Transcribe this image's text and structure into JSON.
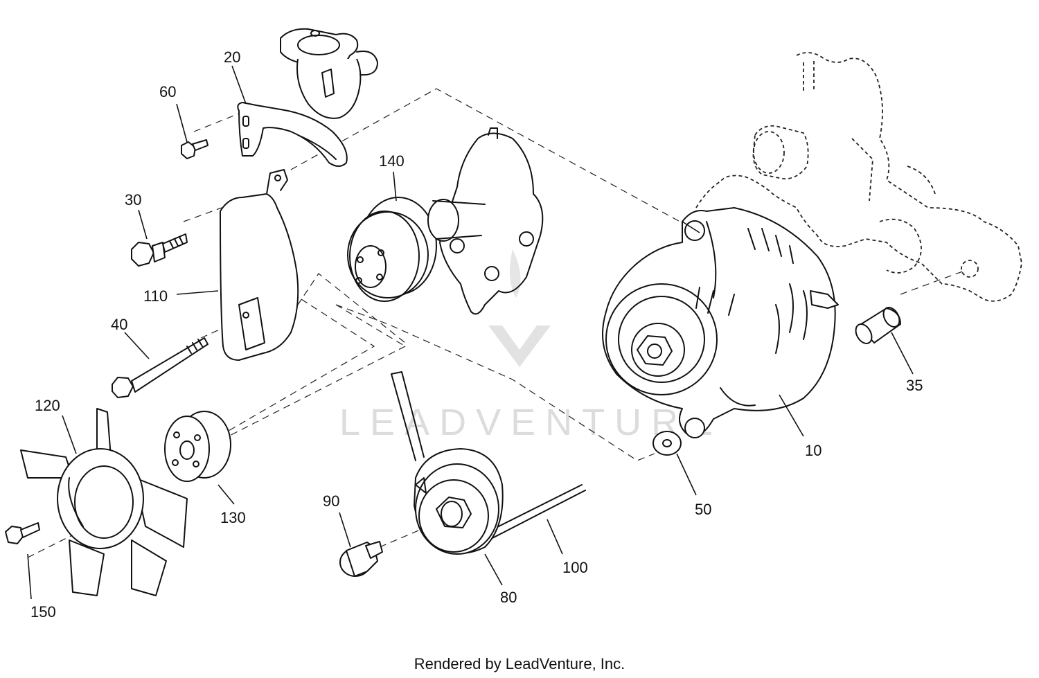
{
  "callouts": {
    "c10": "10",
    "c20": "20",
    "c30": "30",
    "c35": "35",
    "c40": "40",
    "c50": "50",
    "c60": "60",
    "c80": "80",
    "c90": "90",
    "c100": "100",
    "c110": "110",
    "c120": "120",
    "c130": "130",
    "c140": "140",
    "c150": "150"
  },
  "watermark": "LEADVENTURE",
  "footer": {
    "credit": "Rendered by LeadVenture, Inc."
  }
}
